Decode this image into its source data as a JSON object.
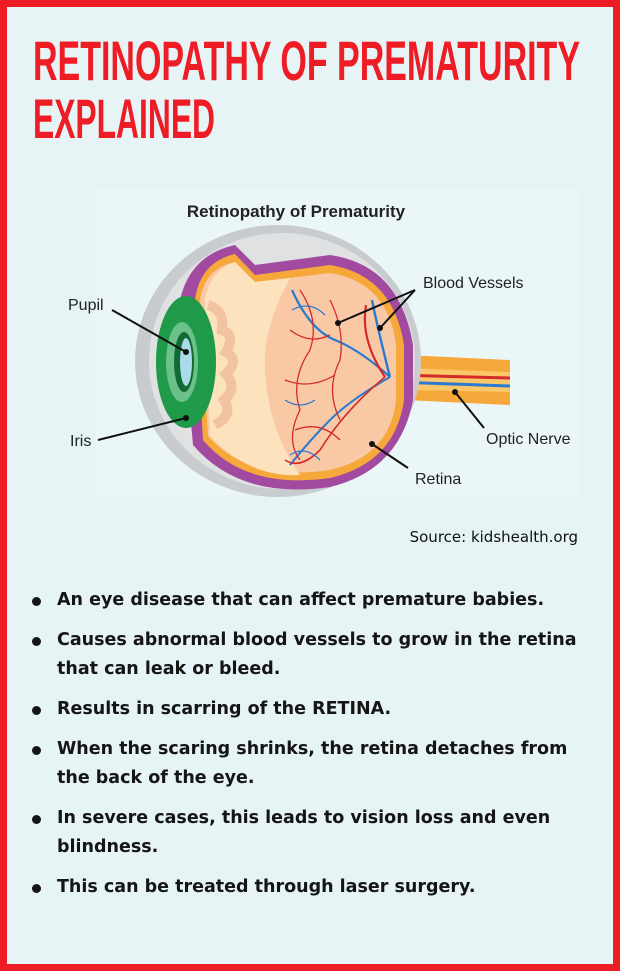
{
  "title_line1": "RETINOPATHY OF PREMATURITY",
  "title_line2": "EXPLAINED",
  "diagram": {
    "title": "Retinopathy of Prematurity",
    "labels": {
      "pupil": "Pupil",
      "iris": "Iris",
      "blood_vessels": "Blood Vessels",
      "optic_nerve": "Optic Nerve",
      "retina": "Retina"
    }
  },
  "source": "Source: kidshealth.org",
  "bullets": [
    "An eye disease that can affect premature babies.",
    "Causes abnormal blood vessels to grow in the retina that can leak or bleed.",
    "Results in scarring of the RETINA.",
    "When the scaring shrinks, the retina detaches from the back of the eye.",
    "In severe cases, this leads to vision loss and even blindness.",
    "This can be treated through laser surgery."
  ],
  "colors": {
    "accent": "#ee1c25",
    "background": "#e6f4f6"
  }
}
